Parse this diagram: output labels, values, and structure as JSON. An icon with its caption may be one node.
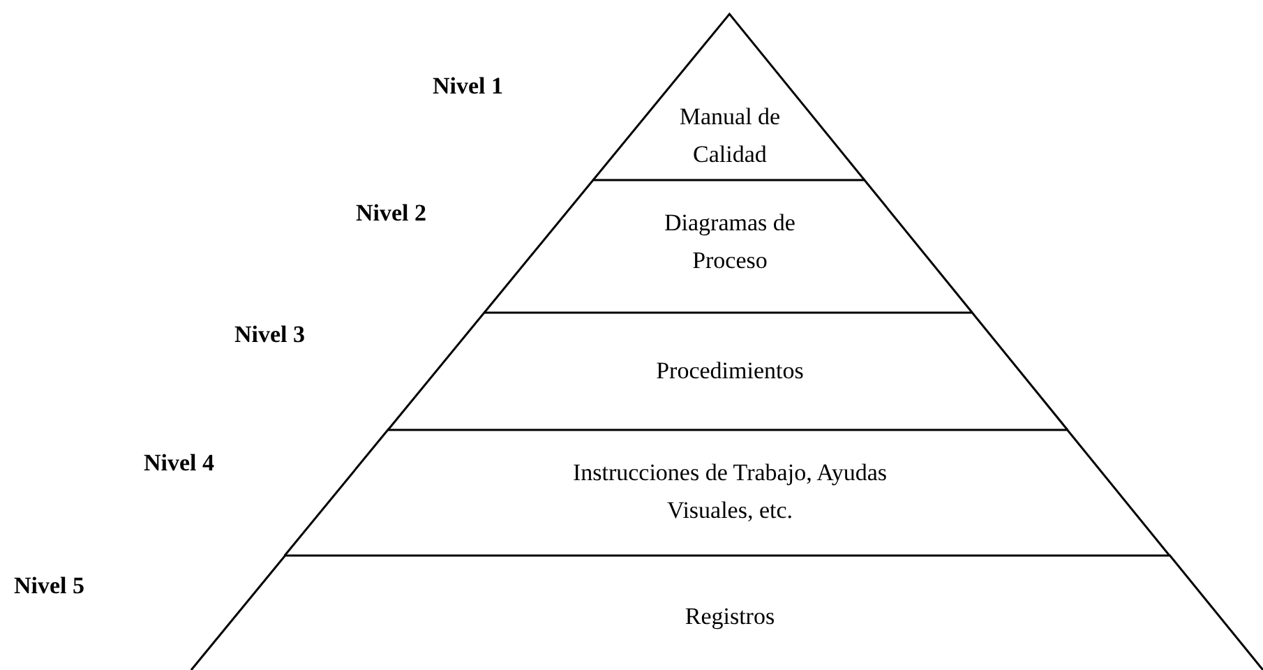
{
  "diagram": {
    "nodes": [
      {
        "text": [
          "Manual de Calidad"
        ]
      },
      {
        "text": [
          "Diagramas de Proceso"
        ]
      },
      {
        "text": [
          "Procedimientos"
        ]
      },
      {
        "text": [
          "Instrucciones de Trabajo, Ayudas Visuales, etc."
        ]
      },
      {
        "text": [
          "Registros"
        ]
      }
    ],
    "labels": [
      "Nivel 1",
      "Nivel 2",
      "Nivel 3",
      "Nivel 4",
      "Nivel 5"
    ]
  }
}
